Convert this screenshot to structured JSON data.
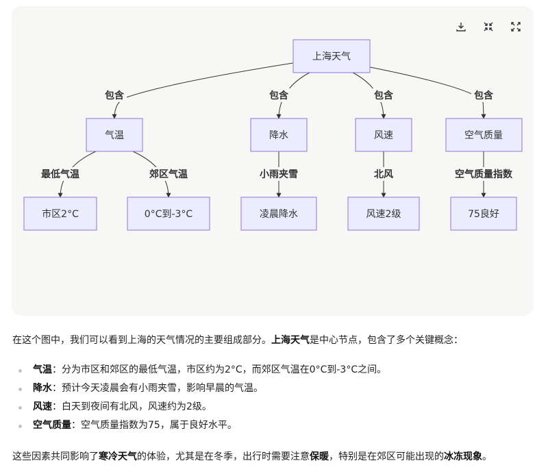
{
  "diagram": {
    "root": "上海天气",
    "level1": [
      {
        "label": "气温",
        "edge": "包含"
      },
      {
        "label": "降水",
        "edge": "包含"
      },
      {
        "label": "风速",
        "edge": "包含"
      },
      {
        "label": "空气质量",
        "edge": "包含"
      }
    ],
    "level2": [
      {
        "label": "市区2°C",
        "edge": "最低气温"
      },
      {
        "label": "0°C到-3°C",
        "edge": "郊区气温"
      },
      {
        "label": "凌晨降水",
        "edge": "小雨夹雪"
      },
      {
        "label": "风速2级",
        "edge": "北风"
      },
      {
        "label": "75良好",
        "edge": "空气质量指数"
      }
    ],
    "colors": {
      "node_fill": "#ececff",
      "node_stroke": "#9370db",
      "edge": "#333333",
      "card_bg": "#f7f7f6"
    }
  },
  "toolbar": {
    "icons": [
      "download-icon",
      "collapse-icon",
      "expand-icon"
    ]
  },
  "text": {
    "intro_1": "在这个图中，我们可以看到上海的天气情况的主要组成部分。",
    "intro_bold": "上海天气",
    "intro_2": "是中心节点，包含了多个关键概念：",
    "items": [
      {
        "term": "气温",
        "desc": "：分为市区和郊区的最低气温，市区约为2°C，而郊区气温在0°C到-3°C之间。"
      },
      {
        "term": "降水",
        "desc": "：预计今天凌晨会有小雨夹雪，影响早晨的气温。"
      },
      {
        "term": "风速",
        "desc": "：白天到夜间有北风，风速约为2级。"
      },
      {
        "term": "空气质量",
        "desc": "：空气质量指数为75，属于良好水平。"
      }
    ],
    "outro_1": "这些因素共同影响了",
    "outro_b1": "寒冷天气",
    "outro_2": "的体验，尤其是在冬季，出行时需要注意",
    "outro_b2": "保暖",
    "outro_3": "，特别是在郊区可能出现的",
    "outro_b3": "冰冻现象",
    "outro_4": "。"
  }
}
